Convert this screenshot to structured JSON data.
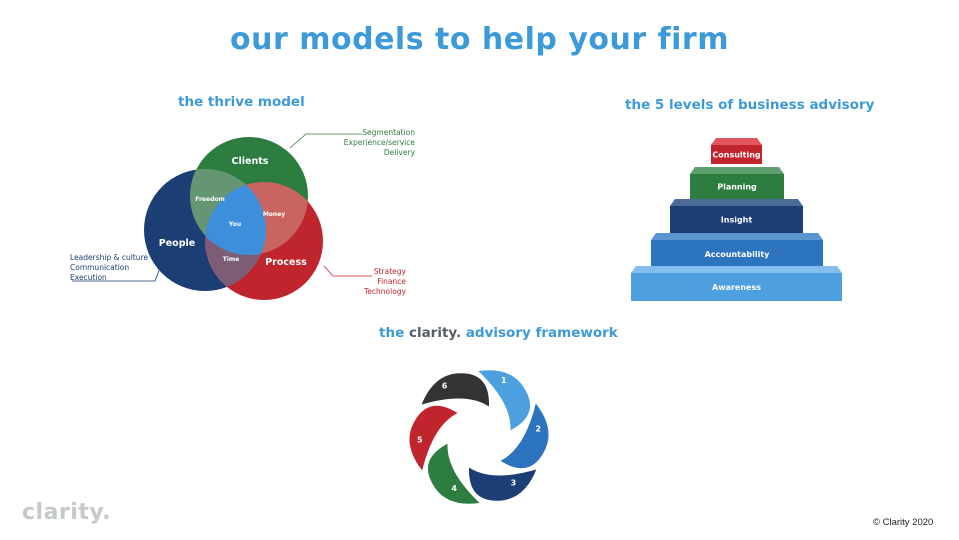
{
  "header": {
    "title": "our models to help your firm"
  },
  "thrive": {
    "title": "the thrive model",
    "circles": [
      {
        "key": "clients",
        "label": "Clients",
        "color": "#2e7d40"
      },
      {
        "key": "people",
        "label": "People",
        "color": "#1b3f75"
      },
      {
        "key": "process",
        "label": "Process",
        "color": "#c0242c"
      }
    ],
    "overlaps": {
      "freedom": "Freedom",
      "money": "Money",
      "time": "Time",
      "you": "You"
    },
    "center_color": "#3d8fdb",
    "notes": {
      "clients": [
        "Segmentation",
        "Experience/service",
        "Delivery"
      ],
      "people": [
        "Leadership & culture",
        "Communication",
        "Execution"
      ],
      "process": [
        "Strategy",
        "Finance",
        "Technology"
      ]
    }
  },
  "levels": {
    "title": "the 5 levels of business advisory",
    "steps": [
      {
        "label": "Consulting",
        "color": "#c0242c",
        "top_color": "#e0585e"
      },
      {
        "label": "Planning",
        "color": "#2e7d40",
        "top_color": "#5f9e6e"
      },
      {
        "label": "Insight",
        "color": "#1b3f75",
        "top_color": "#4a6a98"
      },
      {
        "label": "Accountability",
        "color": "#2c74bd",
        "top_color": "#5b95cf"
      },
      {
        "label": "Awareness",
        "color": "#4d9fe0",
        "top_color": "#84bdeb"
      }
    ]
  },
  "framework": {
    "title_prefix": "the",
    "title_brand": "clarity.",
    "title_suffix": "advisory framework",
    "segments": [
      {
        "num": "1",
        "color": "#4da0e0"
      },
      {
        "num": "2",
        "color": "#2c74bd"
      },
      {
        "num": "3",
        "color": "#1b3f75"
      },
      {
        "num": "4",
        "color": "#2e7d40"
      },
      {
        "num": "5",
        "color": "#c0242c"
      },
      {
        "num": "6",
        "color": "#333333"
      }
    ]
  },
  "footer": {
    "logo": "clarity",
    "logo_dot": ".",
    "copyright": "© Clarity 2020"
  }
}
